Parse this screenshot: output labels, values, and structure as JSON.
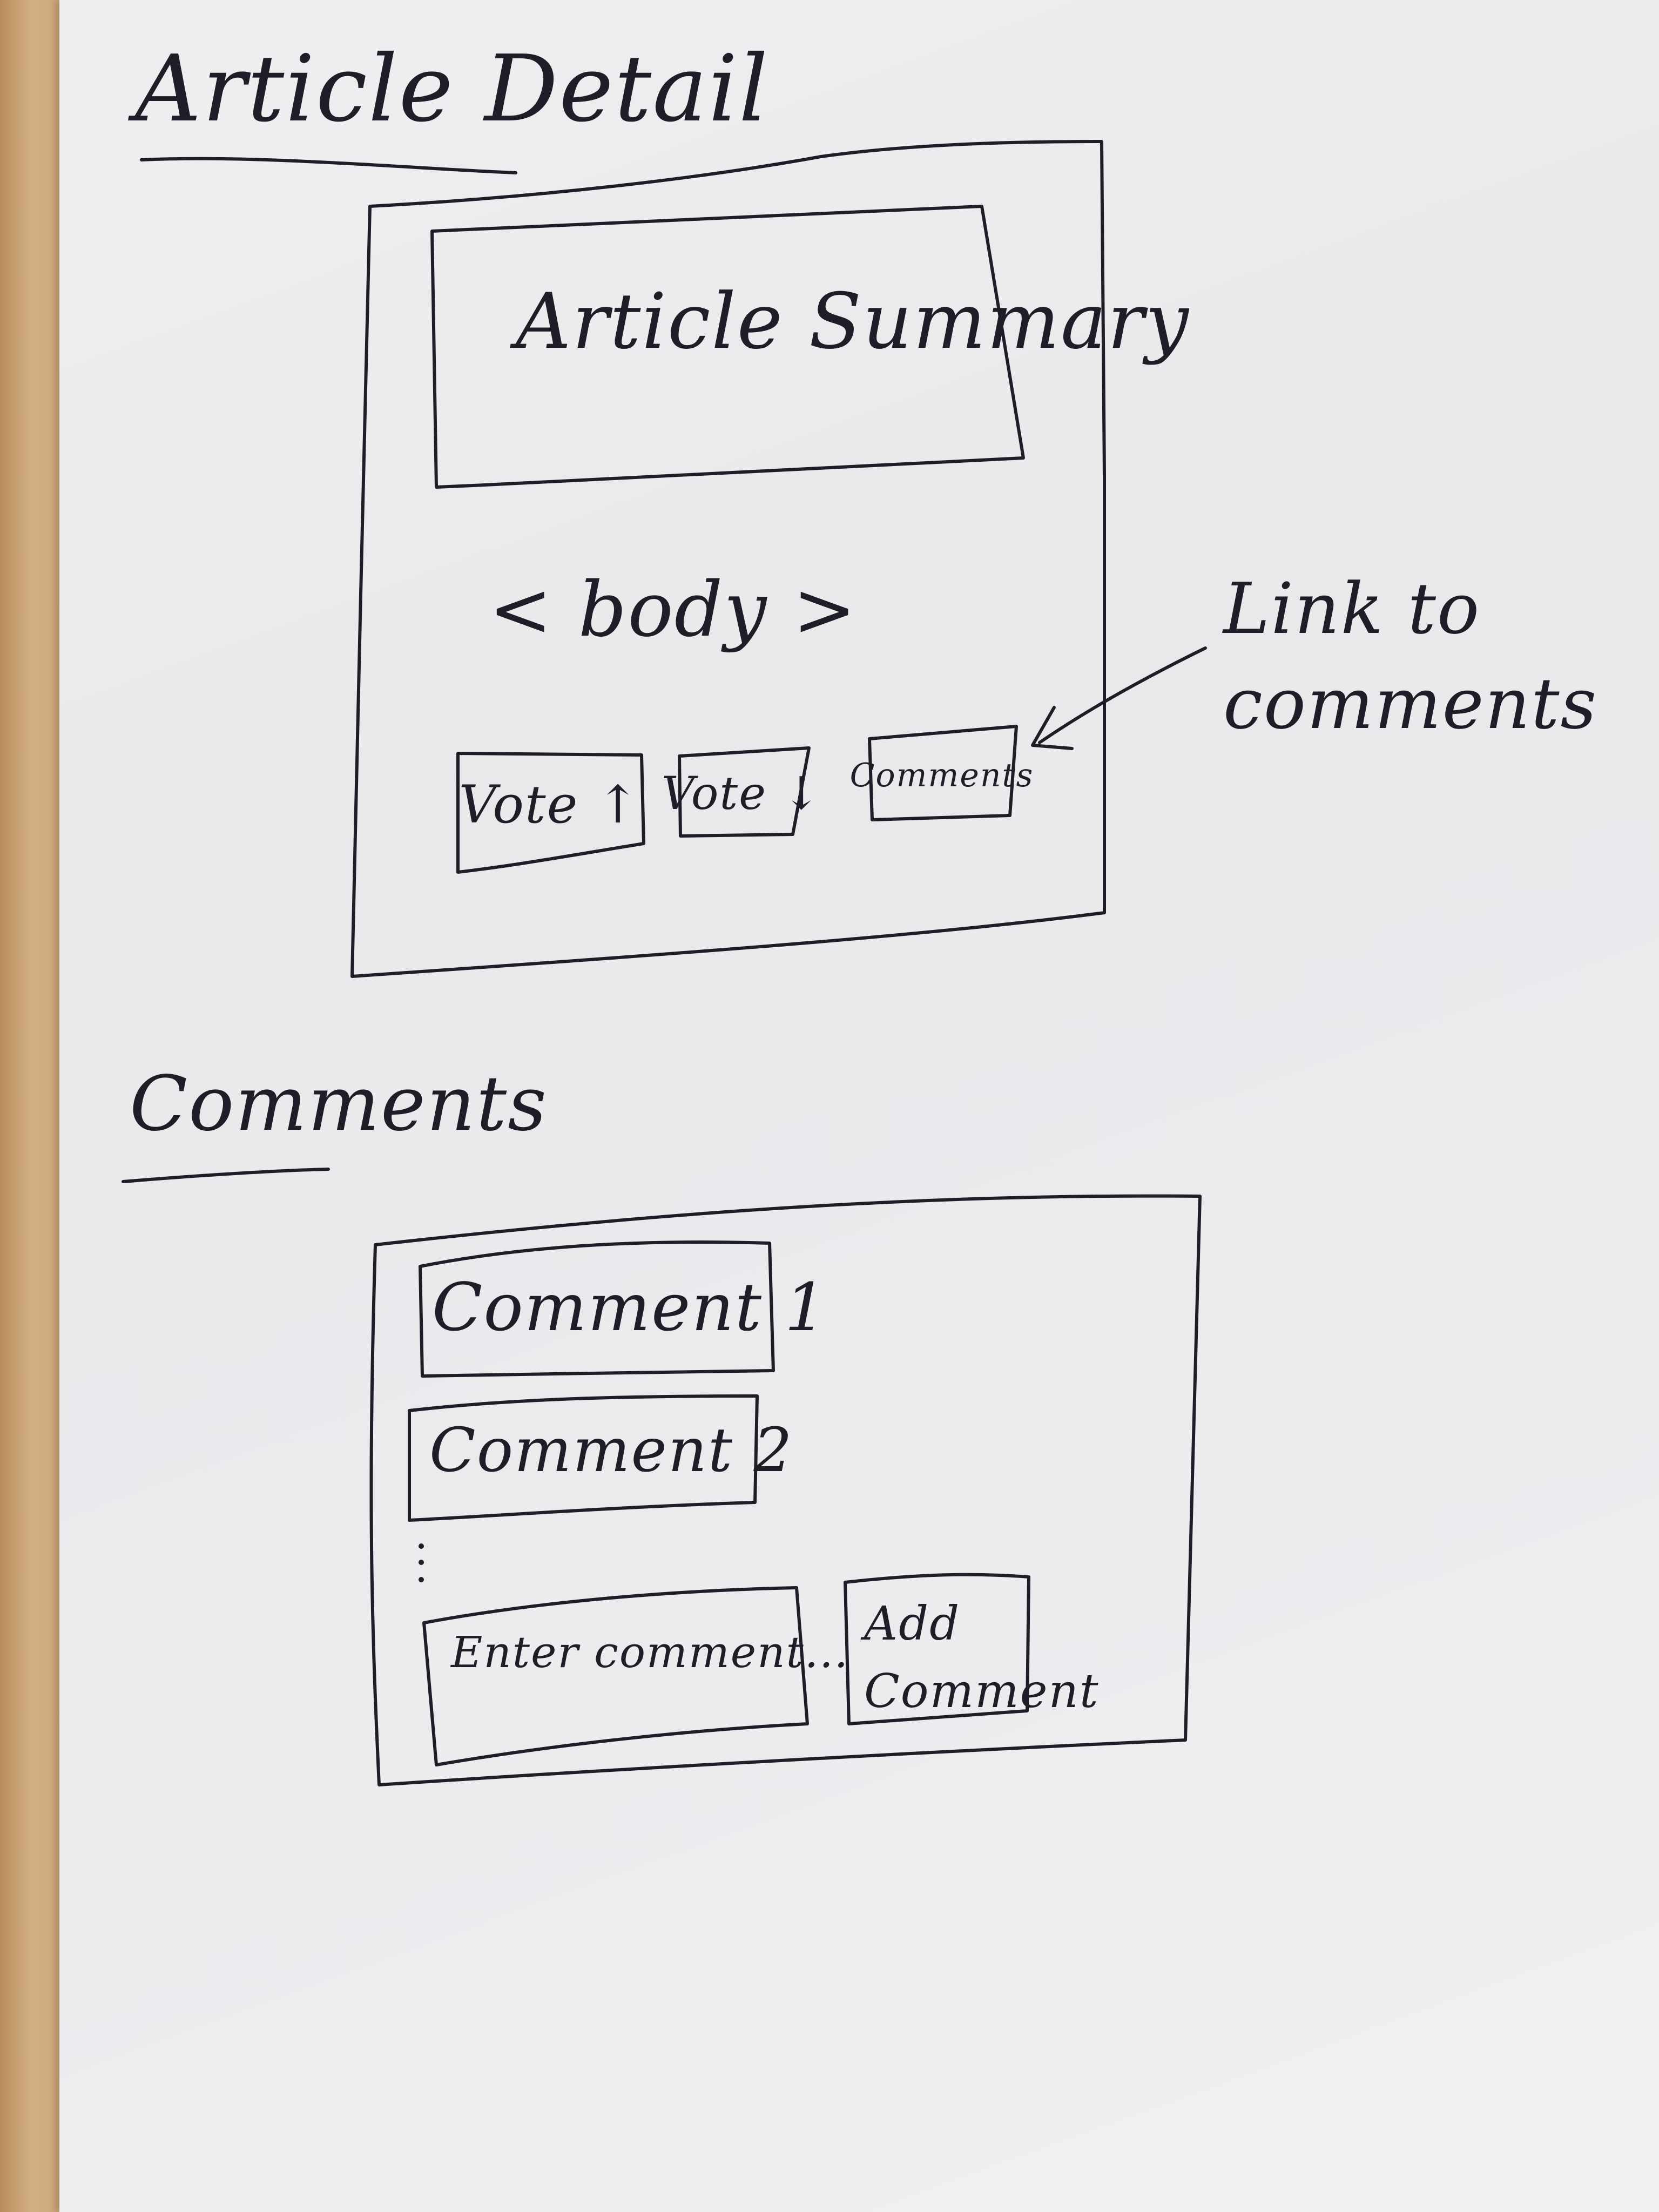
{
  "sections": {
    "article_detail": {
      "heading": "Article Detail",
      "summary_label": "Article Summary",
      "body_label": "< body >",
      "buttons": {
        "vote_up": "Vote ↑",
        "vote_down": "Vote ↓",
        "comments": "Comments"
      },
      "annotation": "Link to comments"
    },
    "comments": {
      "heading": "Comments",
      "items": [
        "Comment 1",
        "Comment 2"
      ],
      "input_placeholder": "Enter comment...",
      "add_button_label": "Add Comment"
    }
  },
  "colors": {
    "paper": "#ececef",
    "ink": "#1e1e28",
    "table": "#c8a476"
  }
}
